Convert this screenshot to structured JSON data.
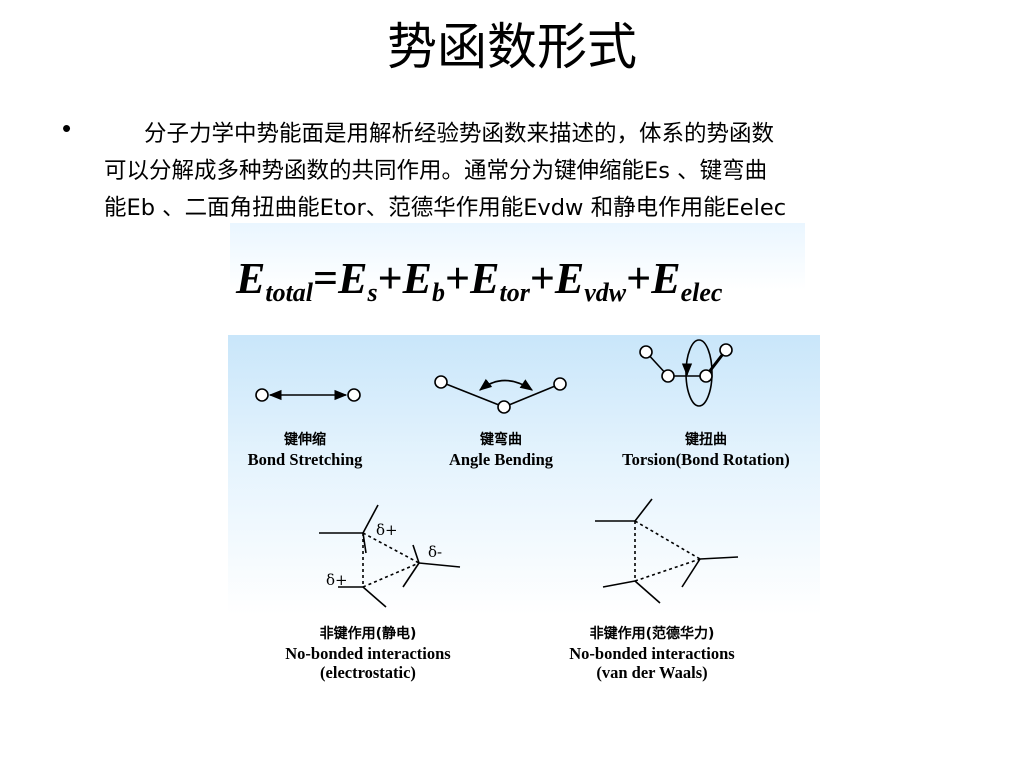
{
  "slide": {
    "title": "势函数形式",
    "bullet_lines": [
      "分子力学中势能面是用解析经验势函数来描述的，体系的势函数",
      "可以分解成多种势函数的共同作用。通常分为键伸缩能Es 、键弯曲",
      "能Eb 、二面角扭曲能Etor、范德华作用能Evdw 和静电作用能Eelec"
    ]
  },
  "formula": {
    "lhs": "E",
    "lhs_sub": "total",
    "eq": "=",
    "plus": "+",
    "terms": [
      {
        "base": "E",
        "sub": "s"
      },
      {
        "base": "E",
        "sub": "b"
      },
      {
        "base": "E",
        "sub": "tor"
      },
      {
        "base": "E",
        "sub": "vdw"
      },
      {
        "base": "E",
        "sub": "elec"
      }
    ]
  },
  "diagrams": {
    "bond_stretching": {
      "zh": "键伸缩",
      "en": "Bond Stretching"
    },
    "angle_bending": {
      "zh": "键弯曲",
      "en": "Angle Bending"
    },
    "torsion": {
      "zh": "键扭曲",
      "en": "Torsion(Bond Rotation)"
    },
    "electrostatic": {
      "zh": "非键作用(静电)",
      "en1": "No-bonded interactions",
      "en2": "(electrostatic)"
    },
    "vdw": {
      "zh": "非键作用(范德华力)",
      "en1": "No-bonded interactions",
      "en2": "(van der Waals)"
    },
    "charges": {
      "delta_plus": "δ+",
      "delta_minus": "δ-"
    }
  }
}
